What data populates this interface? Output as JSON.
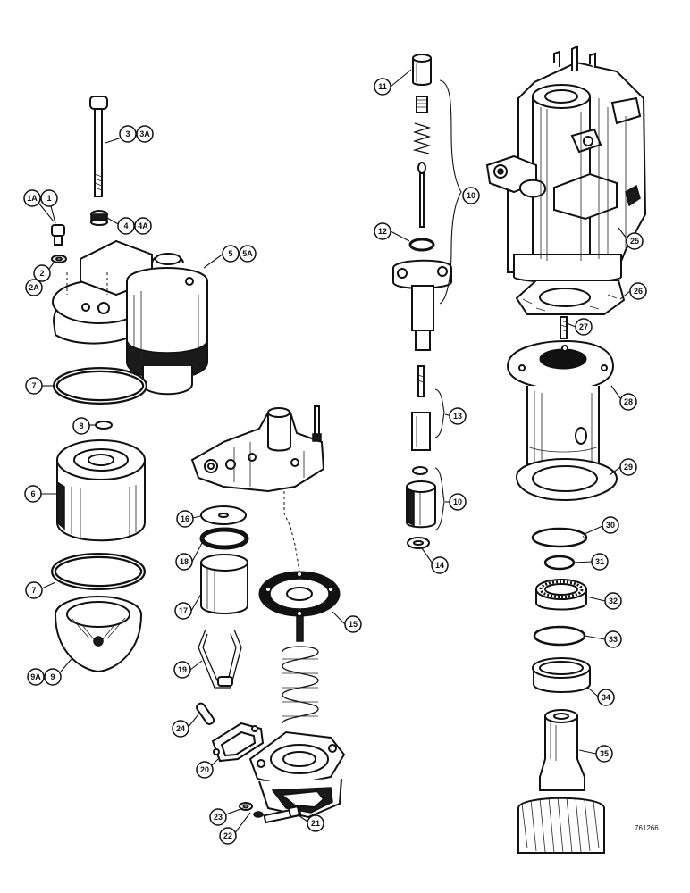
{
  "callouts": {
    "c1a": "1A",
    "c1": "1",
    "c2": "2",
    "c2a": "2A",
    "c3": "3",
    "c3a": "3A",
    "c4": "4",
    "c4a": "4A",
    "c5": "5",
    "c5a": "5A",
    "c6": "6",
    "c7_top": "7",
    "c7_bottom": "7",
    "c8": "8",
    "c9": "9",
    "c9a": "9A",
    "c10_top": "10",
    "c10_bottom": "10",
    "c11": "11",
    "c12": "12",
    "c13": "13",
    "c14": "14",
    "c15": "15",
    "c16": "16",
    "c17": "17",
    "c18": "18",
    "c19": "19",
    "c20": "20",
    "c21": "21",
    "c22": "22",
    "c23": "23",
    "c24": "24",
    "c25": "25",
    "c26": "26",
    "c27": "27",
    "c28": "28",
    "c29": "29",
    "c30": "30",
    "c31": "31",
    "c32": "32",
    "c33": "33",
    "c34": "34",
    "c35": "35"
  },
  "reference_number": "761266",
  "palette": {
    "ink": "#111111",
    "paper": "#ffffff"
  }
}
